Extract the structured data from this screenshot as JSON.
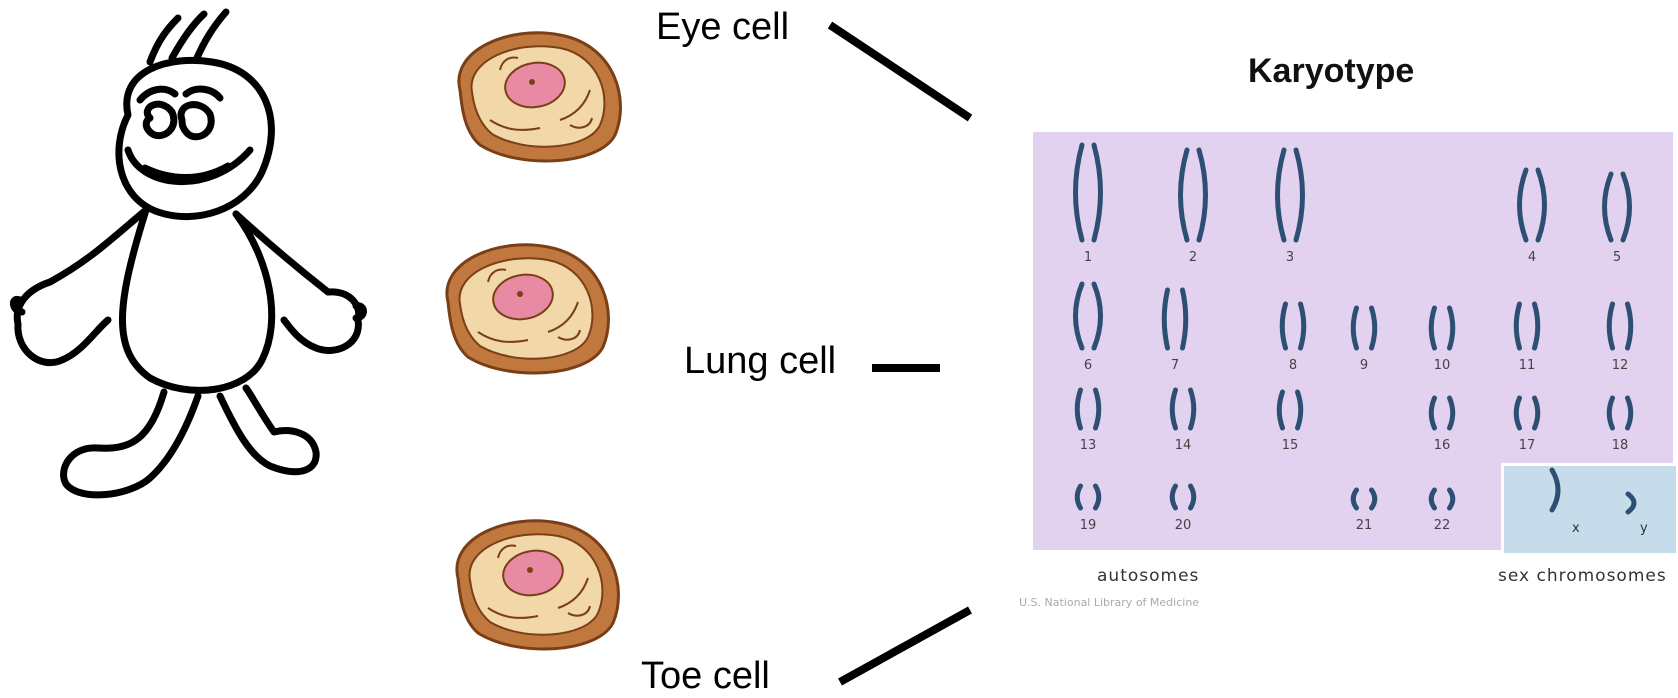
{
  "cells": [
    {
      "label": "Eye cell"
    },
    {
      "label": "Lung cell"
    },
    {
      "label": "Toe cell"
    }
  ],
  "karyotype": {
    "title": "Karyotype",
    "chromosome_numbers": [
      "1",
      "2",
      "3",
      "4",
      "5",
      "6",
      "7",
      "8",
      "9",
      "10",
      "11",
      "12",
      "13",
      "14",
      "15",
      "16",
      "17",
      "18",
      "19",
      "20",
      "21",
      "22"
    ],
    "sex_labels": [
      "x",
      "y"
    ],
    "autosomes_label": "autosomes",
    "sex_chromosomes_label": "sex chromosomes",
    "credit": "U.S. National Library of Medicine"
  },
  "colors": {
    "panel": "#e2d2ef",
    "sex_panel": "#c7dcea",
    "chromosome": "#2c4f73",
    "cell_outer": "#b8703a",
    "cell_inner": "#f1d6a4",
    "nucleus": "#e58ba4"
  }
}
